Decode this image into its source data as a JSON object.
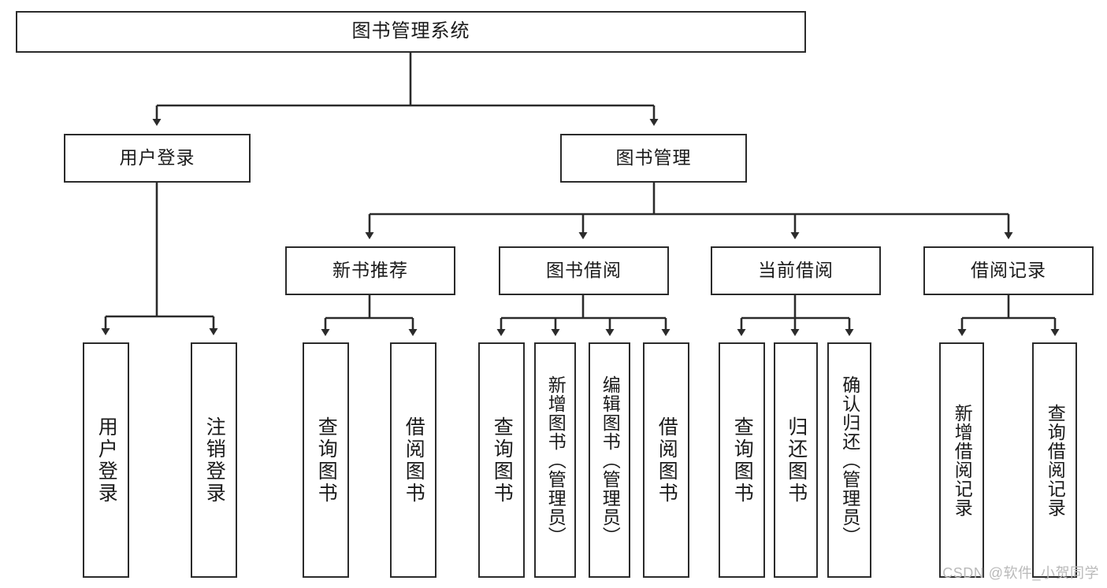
{
  "diagram": {
    "title": "图书管理系统",
    "type": "hierarchy-tree",
    "root": {
      "id": "root",
      "label": "图书管理系统"
    },
    "level2": [
      {
        "id": "user-login",
        "label": "用户登录"
      },
      {
        "id": "book-manage",
        "label": "图书管理"
      }
    ],
    "level3": [
      {
        "id": "new-book-rec",
        "label": "新书推荐"
      },
      {
        "id": "book-borrow",
        "label": "图书借阅"
      },
      {
        "id": "current-borrow",
        "label": "当前借阅"
      },
      {
        "id": "borrow-record",
        "label": "借阅记录"
      }
    ],
    "leaves": {
      "user_login": [
        {
          "id": "leaf-user-login",
          "label": "用户登录"
        },
        {
          "id": "leaf-logout",
          "label": "注销登录"
        }
      ],
      "new_book_rec": [
        {
          "id": "leaf-query-book-1",
          "label": "查询图书"
        },
        {
          "id": "leaf-borrow-book-1",
          "label": "借阅图书"
        }
      ],
      "book_borrow": [
        {
          "id": "leaf-query-book-2",
          "label": "查询图书"
        },
        {
          "id": "leaf-add-book",
          "label": "新增图书（管理员）"
        },
        {
          "id": "leaf-edit-book",
          "label": "编辑图书（管理员）"
        },
        {
          "id": "leaf-borrow-book-2",
          "label": "借阅图书"
        }
      ],
      "current_borrow": [
        {
          "id": "leaf-query-book-3",
          "label": "查询图书"
        },
        {
          "id": "leaf-return-book",
          "label": "归还图书"
        },
        {
          "id": "leaf-confirm-return",
          "label": "确认归还（管理员）"
        }
      ],
      "borrow_record": [
        {
          "id": "leaf-add-record",
          "label": "新增借阅记录"
        },
        {
          "id": "leaf-query-record",
          "label": "查询借阅记录"
        }
      ]
    }
  },
  "watermark": {
    "text": "CSDN @软件_小贺同学"
  },
  "colors": {
    "stroke": "#2b2b2b",
    "background": "#ffffff",
    "text": "#1a1a1a",
    "watermark": "#b9b9b9"
  }
}
